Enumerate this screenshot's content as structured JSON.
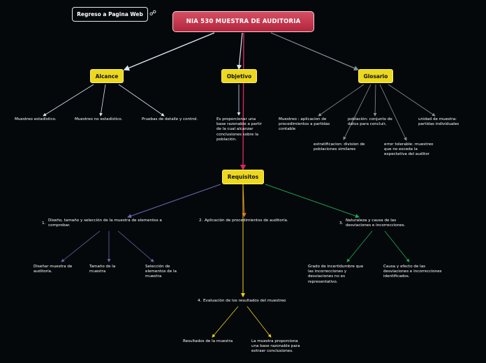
{
  "back_link": {
    "label": "Regreso a Pagina Web",
    "icon": "link-icon"
  },
  "root": {
    "title": "NIA 530 MUESTRA DE AUDITORIA"
  },
  "colors": {
    "background": "#05080b",
    "root": "#c43a50",
    "topic": "#ecd81f",
    "line_white": "#d8e8f4",
    "line_gray": "#8a9099",
    "line_red": "#d22a5a",
    "line_purple": "#6b68b0",
    "line_green": "#1faa55",
    "line_yellow": "#f2d21e"
  },
  "topics": {
    "alcance": "Alcance",
    "objetivo": "Objetivo",
    "glosario": "Glosario",
    "requisitos": "Requisitos"
  },
  "alcance_items": [
    "Muestreo estadístico.",
    "Muestreo no estadístico.",
    "Pruebas de detalle y control."
  ],
  "objetivo_text": "Es proporcionar una base razonable a partir de la cual alcanzar conclusiones sobre la población.",
  "glosario_items": [
    "Muestreo : aplicacion de procedimientos a partidas contable",
    "estratificacion: division de poblaciones similares",
    "población: conjunto de datos para concluir,",
    "error tolerable: muestreo que no exceda la expectativa del auditor",
    "unidad de muestra: partidas individuales"
  ],
  "requisitos_items": [
    {
      "number": "1.",
      "text": "Diseño, tamaño y selección de la muestra de elementos a comprobar."
    },
    {
      "number": "2.",
      "text": "Aplicación de procedimientos de auditoría."
    },
    {
      "number": "3.",
      "text": "Naturaleza y causa de las desviaciones e incorrecciones."
    },
    {
      "number": "4.",
      "text": "Evaluación de los resultados del muestreo"
    }
  ],
  "diseno_items": [
    "Diseñar muestra de auditoría.",
    "Tamaño de la muestra",
    "Selección de elementos de la muestra"
  ],
  "naturaleza_items": [
    "Grado de incertidumbre que las incorrecciones y desviaciones no es representativo.",
    "Causa y efecto de las desviaciones e incorrecciones identificados."
  ],
  "evaluacion_items": [
    "Resultados de la muestra",
    "La muestra proporciona una base razonable para extraer conclusiones."
  ]
}
